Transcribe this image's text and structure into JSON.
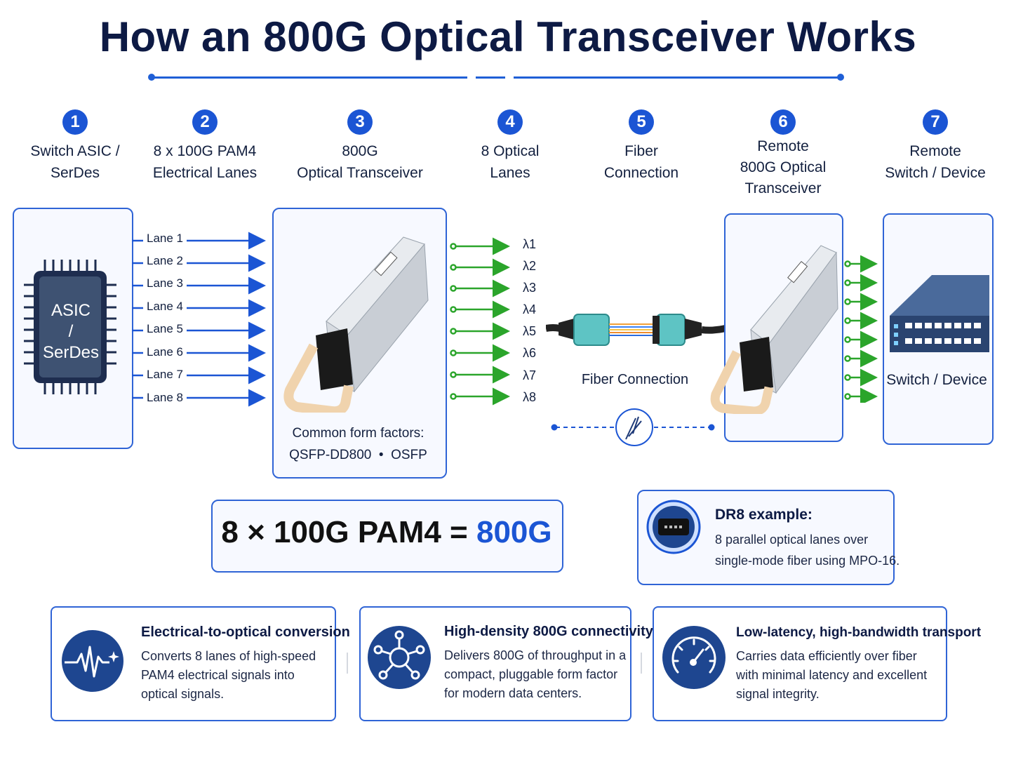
{
  "title": "How an 800G Optical Transceiver Works",
  "accent_color": "#1b55d4",
  "steps": [
    {
      "number": "1",
      "label": "Switch ASIC /\nSerDes"
    },
    {
      "number": "2",
      "label": "8 x 100G PAM4\nElectrical Lanes"
    },
    {
      "number": "3",
      "label": "800G\nOptical Transceiver"
    },
    {
      "number": "4",
      "label": "8 Optical\nLanes"
    },
    {
      "number": "5",
      "label": "Fiber\nConnection"
    },
    {
      "number": "6",
      "label": "Remote\n800G Optical\nTransceiver"
    },
    {
      "number": "7",
      "label": "Remote\nSwitch / Device"
    }
  ],
  "asic": {
    "label_top": "ASIC",
    "label_mid": "/",
    "label_bottom": "SerDes"
  },
  "lanes": [
    "Lane 1",
    "Lane 2",
    "Lane 3",
    "Lane 4",
    "Lane 5",
    "Lane 6",
    "Lane 7",
    "Lane 8"
  ],
  "wavelengths": [
    "λ1",
    "λ2",
    "λ3",
    "λ4",
    "λ5",
    "λ6",
    "λ7",
    "λ8"
  ],
  "transceiver": {
    "form_factor_title": "Common form factors:",
    "form_factors": "QSFP-DD800  •  OSFP"
  },
  "fiber": {
    "label": "Fiber Connection"
  },
  "remote_device": {
    "label": "Switch / Device"
  },
  "equation": {
    "left": "8 × 100G PAM4 = ",
    "right": "800G"
  },
  "dr8": {
    "title": "DR8 example:",
    "text": "8 parallel optical lanes over\nsingle-mode fiber using MPO-16."
  },
  "features": [
    {
      "icon": "waveform-icon",
      "title": "Electrical-to-optical conversion",
      "text": "Converts 8 lanes of high-speed\nPAM4 electrical signals into\noptical signals."
    },
    {
      "icon": "network-hub-icon",
      "title": "High-density 800G connectivity",
      "text": "Delivers 800G of throughput in a\ncompact, pluggable form factor\nfor modern data centers."
    },
    {
      "icon": "speedometer-icon",
      "title": "Low-latency, high-bandwidth transport",
      "text": "Carries data efficiently over fiber\nwith minimal latency and excellent\nsignal integrity."
    }
  ]
}
